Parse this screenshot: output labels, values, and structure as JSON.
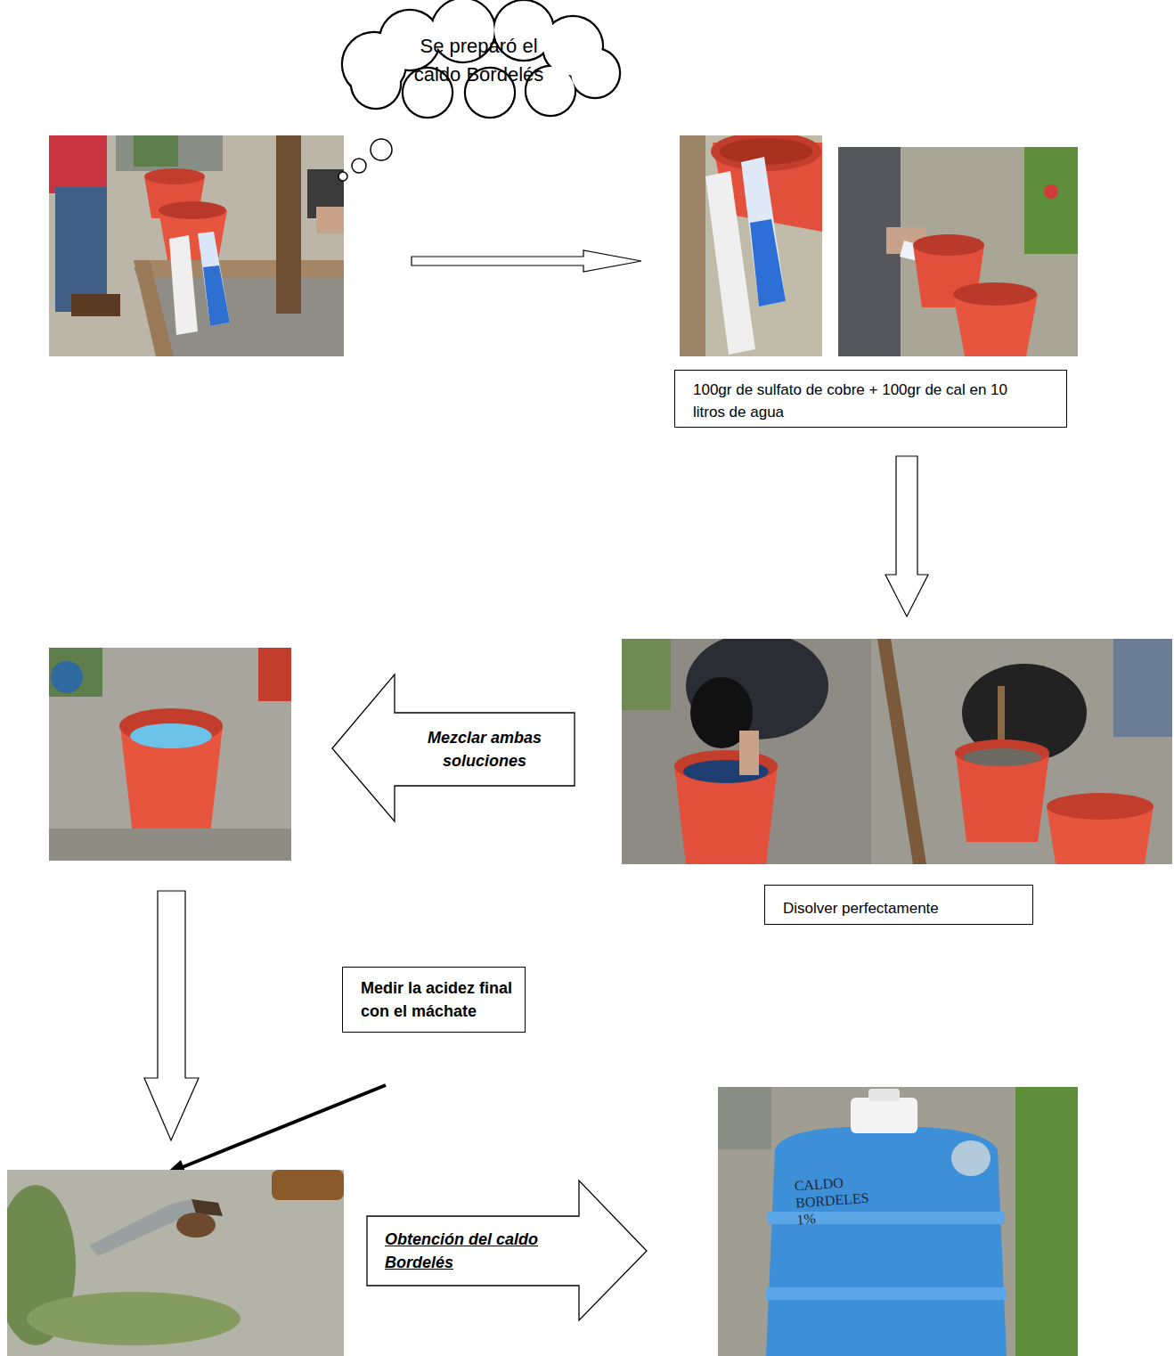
{
  "diagram": {
    "nodes": [
      {
        "text": [
          "Se preparó el caldo Bordelés"
        ]
      },
      {
        "text": [
          "100gr de sulfato de cobre + 100gr de cal en 10 litros de agua"
        ]
      },
      {
        "text": [
          "Mezclar ambas soluciones"
        ]
      },
      {
        "text": [
          "Disolver perfectamente"
        ]
      },
      {
        "text": [
          "Medir la acidez final con el máchate"
        ]
      },
      {
        "text": [
          "Obtención del caldo Bordelés"
        ]
      }
    ],
    "labels": [
      "CALDO BORDELES 1%"
    ]
  }
}
